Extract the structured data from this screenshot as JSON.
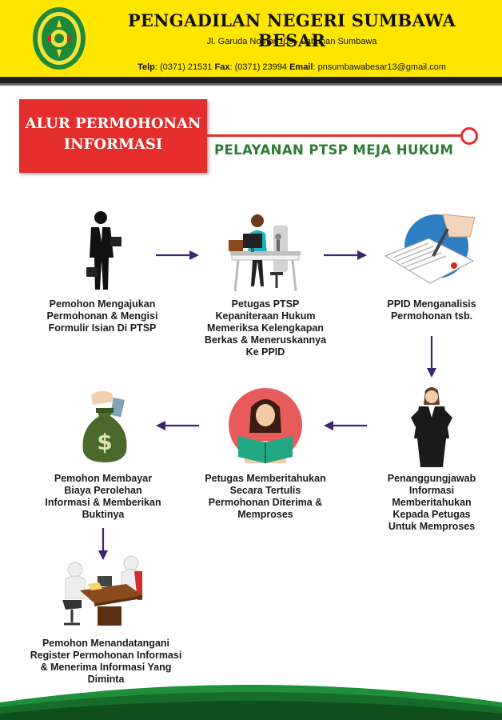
{
  "header": {
    "court_name": "PENGADILAN NEGERI SUMBAWA BESAR",
    "address": "Jl. Garuda Nomor 105 - Labuhan Sumbawa",
    "telp_label": "Telp",
    "telp_value": ": (0371) 21531",
    "fax_label": "Fax",
    "fax_value": ": (0371) 23994",
    "email_label": "Email",
    "email_value": ": pnsumbawabesar13@gmail.com"
  },
  "title": {
    "line1": "ALUR PERMOHONAN",
    "line2": "INFORMASI",
    "subtitle": "PELAYANAN PTSP MEJA HUKUM"
  },
  "steps": [
    {
      "icon": "businessman-icon",
      "lines": [
        "Pemohon Mengajukan",
        "Permohonan & Mengisi",
        "Formulir Isian Di PTSP"
      ]
    },
    {
      "icon": "officer-at-desk-icon",
      "lines": [
        "Petugas PTSP",
        "Kepaniteraan Hukum",
        "Memeriksa Kelengkapan",
        "Berkas & Meneruskannya",
        "Ke PPID"
      ]
    },
    {
      "icon": "signing-document-icon",
      "lines": [
        "PPID Menganalisis",
        "Permohonan tsb."
      ]
    },
    {
      "icon": "businesswoman-icon",
      "lines": [
        "Penanggungjawab",
        "Informasi",
        "Memberitahukan",
        "Kepada Petugas",
        "Untuk Memproses"
      ]
    },
    {
      "icon": "woman-reading-icon",
      "lines": [
        "Petugas Memberitahukan",
        "Secara Tertulis",
        "Permohonan Diterima &",
        "Memproses"
      ]
    },
    {
      "icon": "money-bag-icon",
      "lines": [
        "Pemohon Membayar",
        "Biaya Perolehan",
        "Informasi & Memberikan",
        "Buktinya"
      ]
    },
    {
      "icon": "meeting-signing-icon",
      "lines": [
        "Pemohon Menandatangani",
        "Register Permohonan Informasi",
        "& Menerima Informasi Yang",
        "Diminta"
      ]
    }
  ],
  "colors": {
    "header_yellow": "#ffe600",
    "title_red": "#e42d2d",
    "subtitle_green": "#2d7c33",
    "arrow_purple": "#3d2470",
    "bottom_green": "#1f8f3a"
  }
}
